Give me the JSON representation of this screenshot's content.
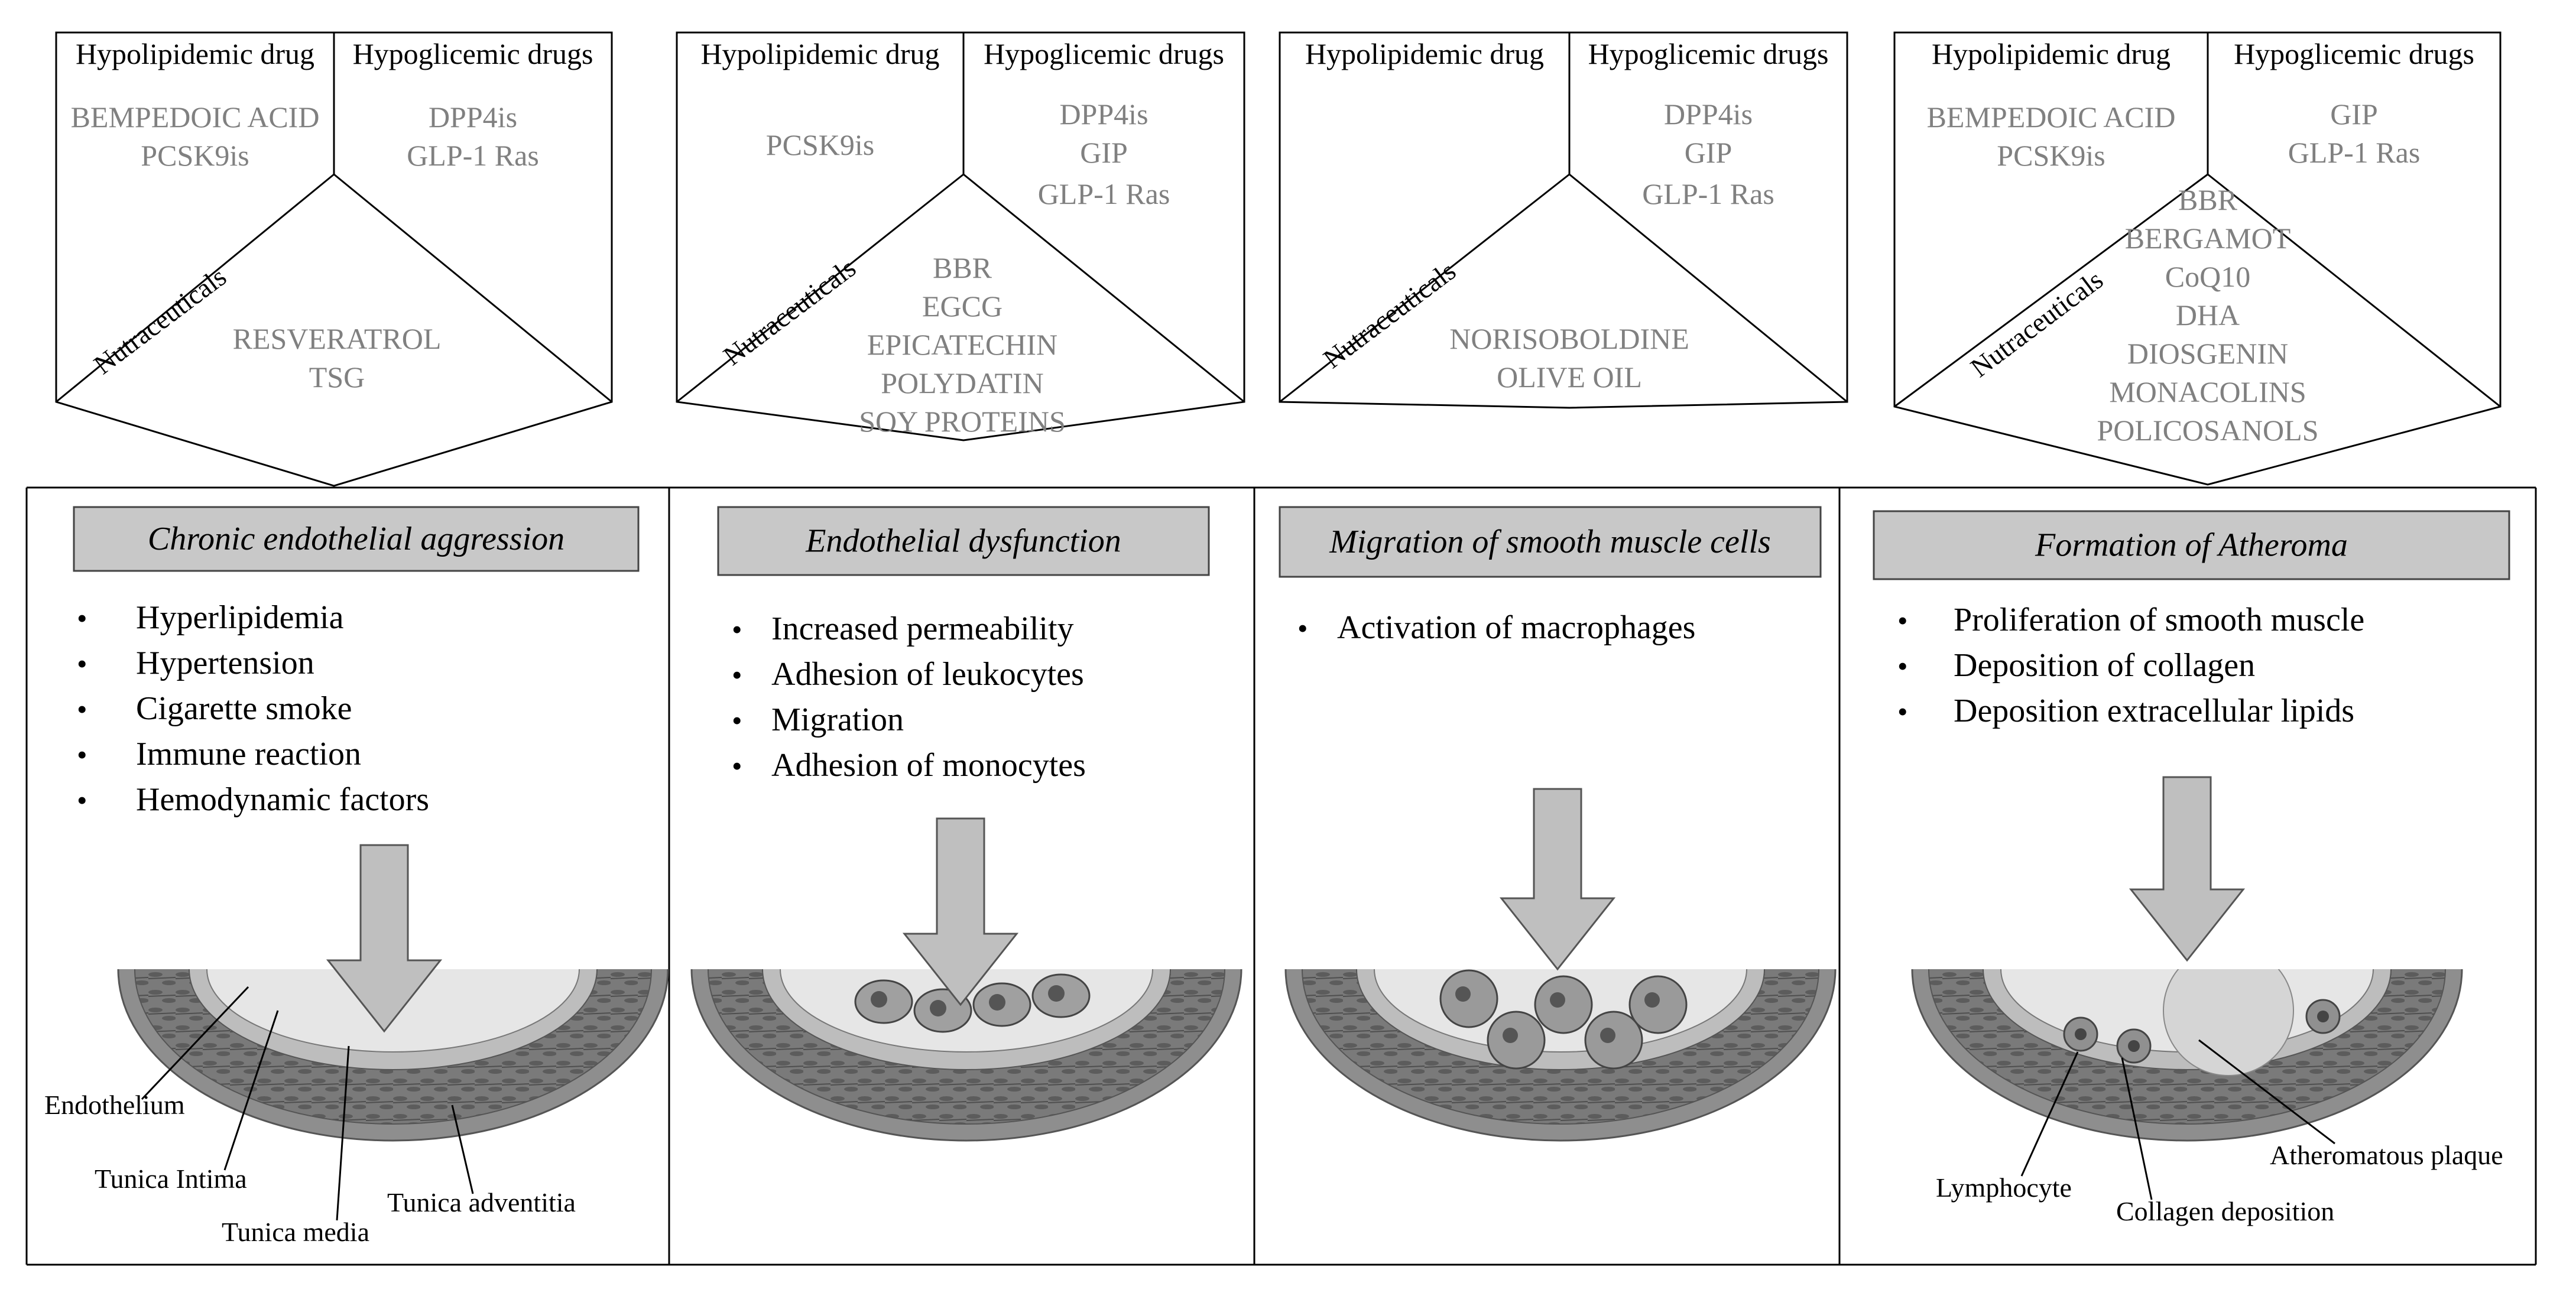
{
  "colors": {
    "line": "#000000",
    "drug_text": "#808080",
    "title_box_fill": "#c8c8c8",
    "vessel_outer": "#8e8e8e",
    "vessel_media": "#6a6a6a",
    "vessel_inner": "#bdbdbd",
    "lumen": "#e6e6e6",
    "arrow_fill": "#bfbfbf"
  },
  "icons": [
    "down-arrow-icon",
    "vessel-cross-section-icon",
    "bullet-icon"
  ],
  "top_panels": [
    {
      "hypolipidemic_header": "Hypolipidemic drug",
      "hypoglicemic_header": "Hypoglicemic drugs",
      "nutraceuticals_label": "Nutraceuticals",
      "hypolipidemic": [
        "BEMPEDOIC ACID",
        "PCSK9is"
      ],
      "hypoglicemic": [
        "DPP4is",
        "GLP-1 Ras"
      ],
      "nutraceuticals": [
        "RESVERATROL",
        "TSG"
      ]
    },
    {
      "hypolipidemic_header": "Hypolipidemic drug",
      "hypoglicemic_header": "Hypoglicemic drugs",
      "nutraceuticals_label": "Nutraceuticals",
      "hypolipidemic": [
        "PCSK9is"
      ],
      "hypoglicemic": [
        "DPP4is",
        "GIP",
        "GLP-1 Ras"
      ],
      "nutraceuticals": [
        "BBR",
        "EGCG",
        "EPICATECHIN",
        "POLYDATIN",
        "SOY PROTEINS"
      ]
    },
    {
      "hypolipidemic_header": "Hypolipidemic drug",
      "hypoglicemic_header": "Hypoglicemic drugs",
      "nutraceuticals_label": "Nutraceuticals",
      "hypolipidemic": [],
      "hypoglicemic": [
        "DPP4is",
        "GIP",
        "GLP-1 Ras"
      ],
      "nutraceuticals": [
        "NORISOBOLDINE",
        "OLIVE OIL"
      ]
    },
    {
      "hypolipidemic_header": "Hypolipidemic drug",
      "hypoglicemic_header": "Hypoglicemic drugs",
      "nutraceuticals_label": "Nutraceuticals",
      "hypolipidemic": [
        "BEMPEDOIC ACID",
        "PCSK9is"
      ],
      "hypoglicemic": [
        "GIP",
        "GLP-1 Ras"
      ],
      "nutraceuticals": [
        "BBR",
        "BERGAMOT",
        "CoQ10",
        "DHA",
        "DIOSGENIN",
        "MONACOLINS",
        "POLICOSANOLS"
      ]
    }
  ],
  "stages": [
    {
      "title": "Chronic endothelial aggression",
      "bullets": [
        "Hyperlipidemia",
        "Hypertension",
        "Cigarette smoke",
        "Immune reaction",
        "Hemodynamic factors"
      ],
      "labels": [
        "Endothelium",
        "Tunica Intima",
        "Tunica media",
        "Tunica adventitia"
      ]
    },
    {
      "title": "Endothelial dysfunction",
      "bullets": [
        "Increased permeability",
        "Adhesion of leukocytes",
        "Migration",
        "Adhesion of monocytes"
      ],
      "labels": []
    },
    {
      "title": "Migration of smooth muscle cells",
      "bullets": [
        "Activation of macrophages"
      ],
      "labels": []
    },
    {
      "title": "Formation of Atheroma",
      "bullets": [
        "Proliferation of smooth muscle",
        "Deposition of collagen",
        "Deposition extracellular lipids"
      ],
      "labels": [
        "Lymphocyte",
        "Collagen deposition",
        "Atheromatous plaque"
      ]
    }
  ]
}
